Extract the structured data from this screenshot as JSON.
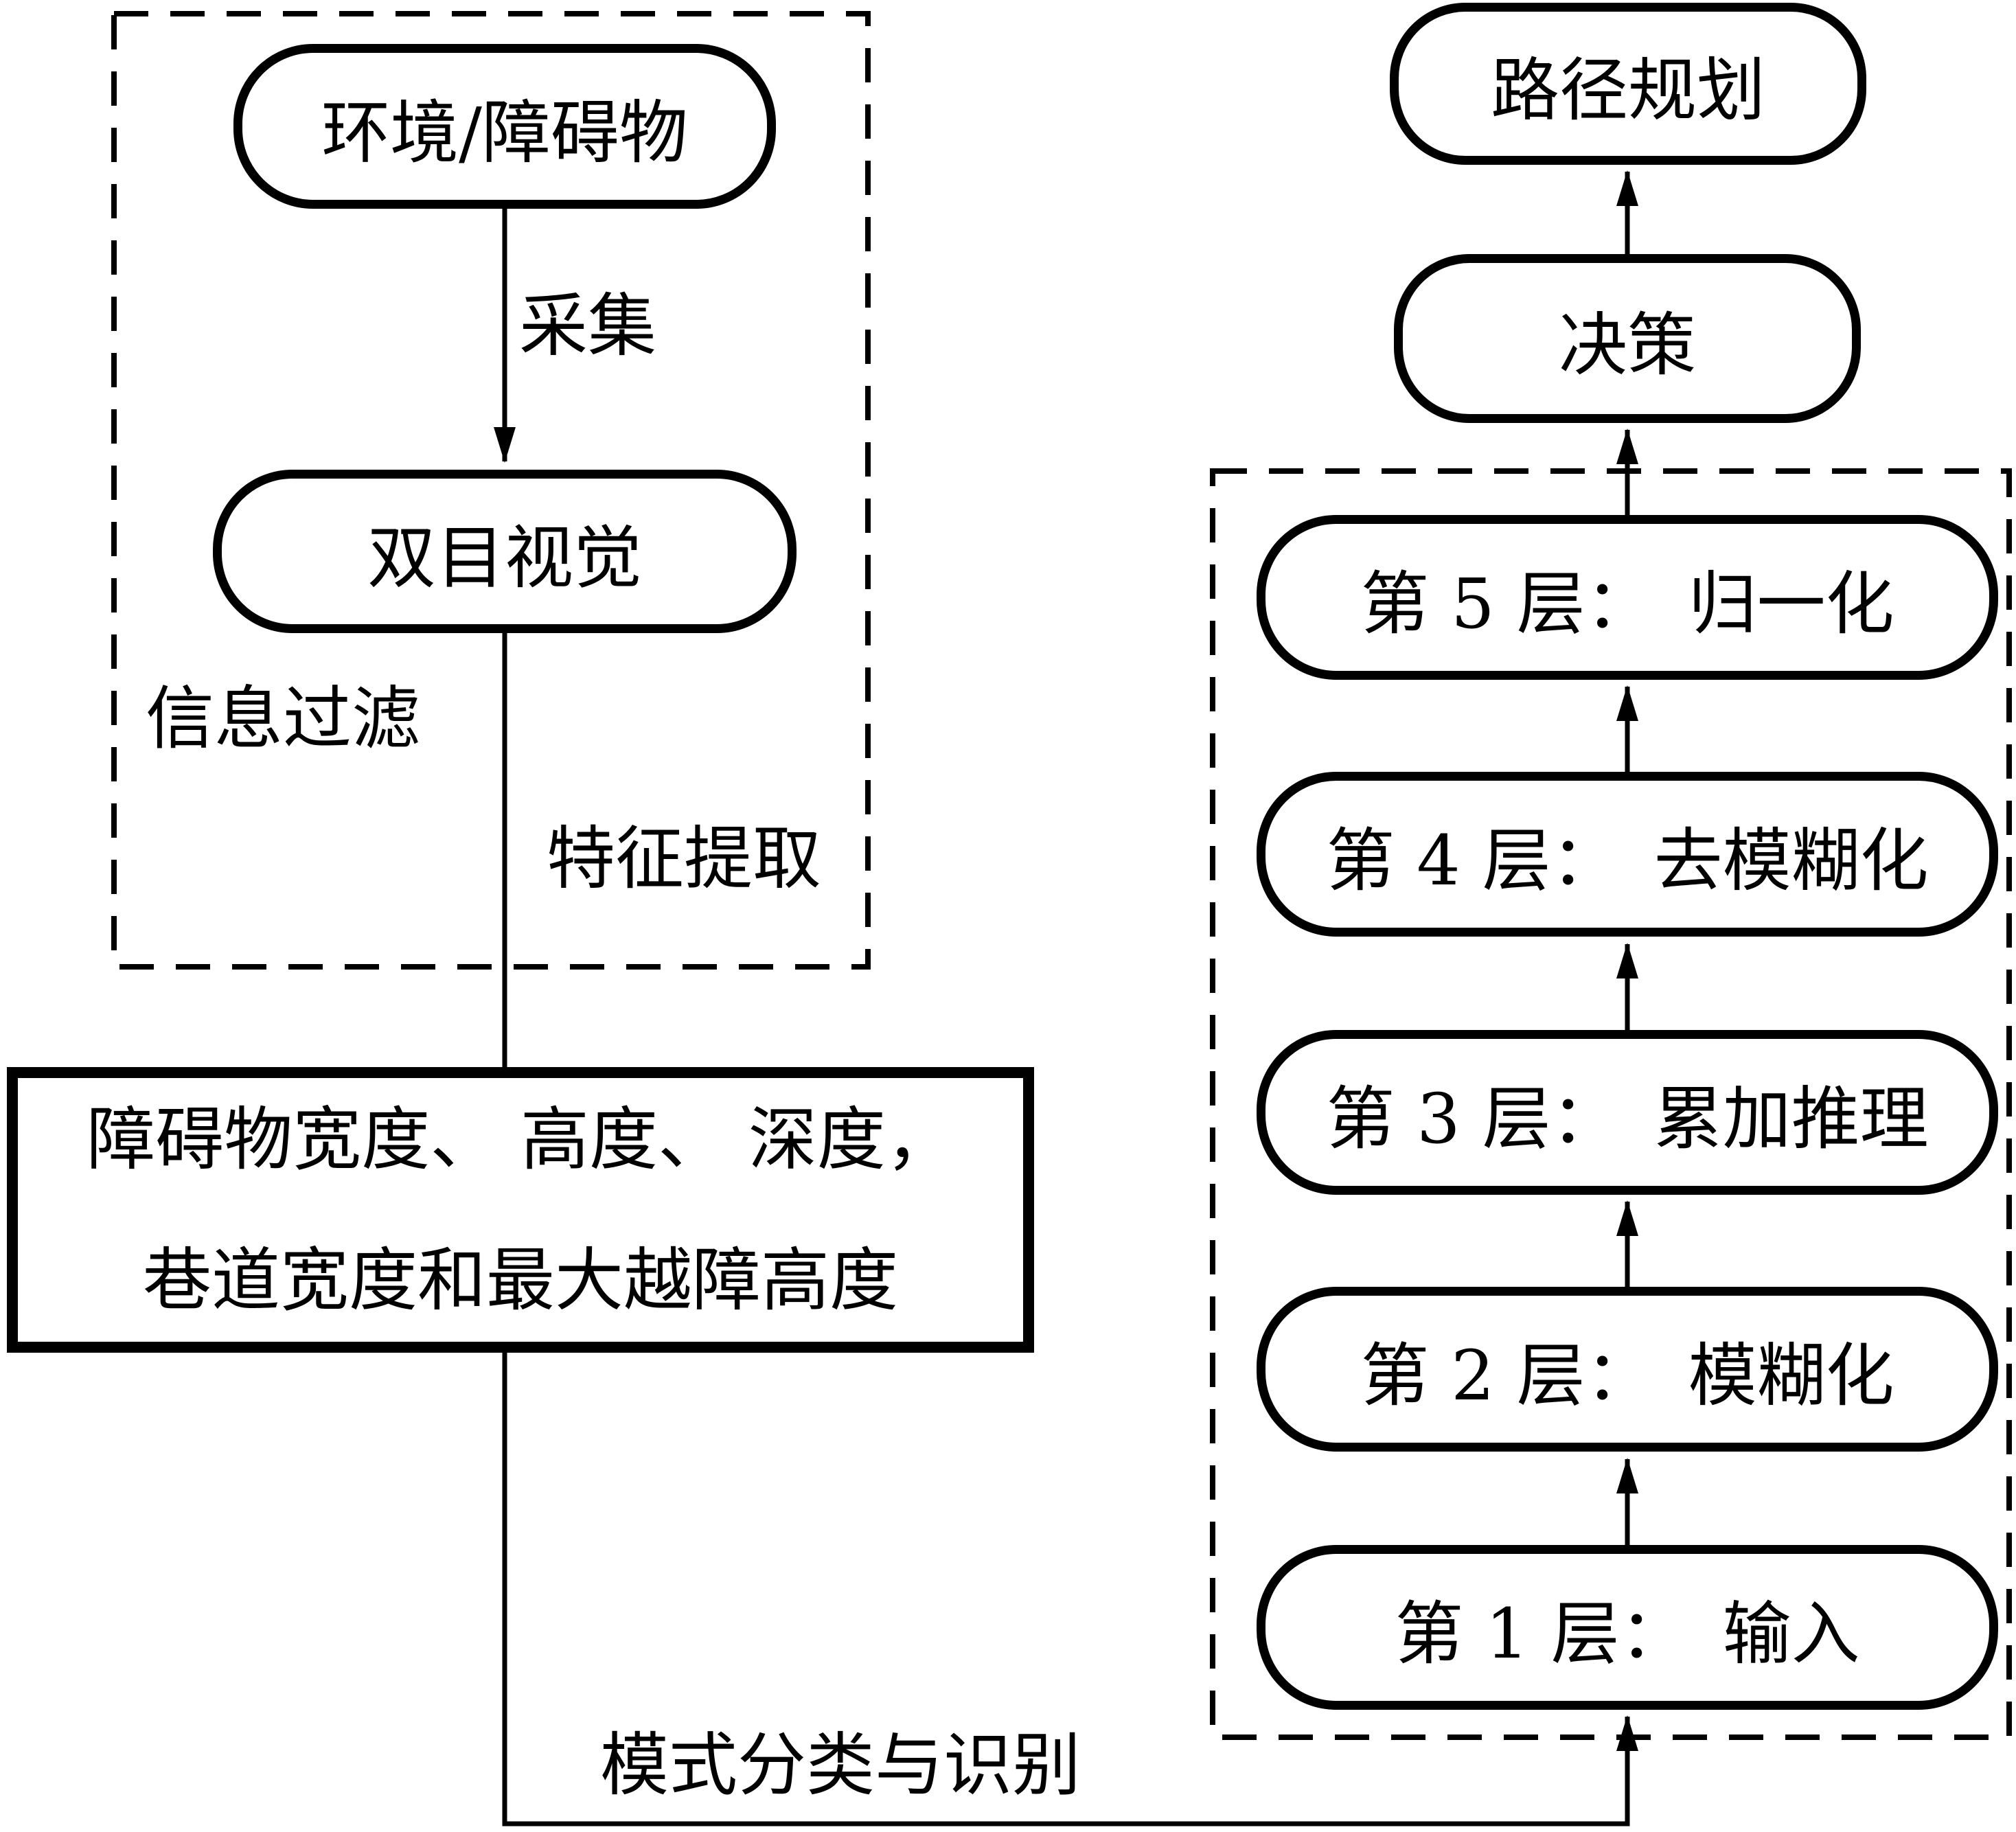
{
  "colors": {
    "ink": "#000000",
    "background": "#ffffff"
  },
  "flowchart": {
    "sensing_group": {
      "env_node": "环境/障碍物",
      "collect_arrow_label": "采集",
      "vision_node": "双目视觉",
      "filter_label": "信息过滤",
      "feature_label": "特征提取",
      "measure_node_line1": "障碍物宽度、 高度、 深度，",
      "measure_node_line2": "巷道宽度和最大越障高度",
      "pattern_arrow_label": "模式分类与识别"
    },
    "planning_group": {
      "path_node": "路径规划",
      "decision_node": "决策",
      "fuzzy_layers": [
        {
          "label": "第 1 层：　输入"
        },
        {
          "label": "第 2 层：　模糊化"
        },
        {
          "label": "第 3 层：　累加推理"
        },
        {
          "label": "第 4 层：　去模糊化"
        },
        {
          "label": "第 5 层：　归一化"
        }
      ]
    }
  }
}
